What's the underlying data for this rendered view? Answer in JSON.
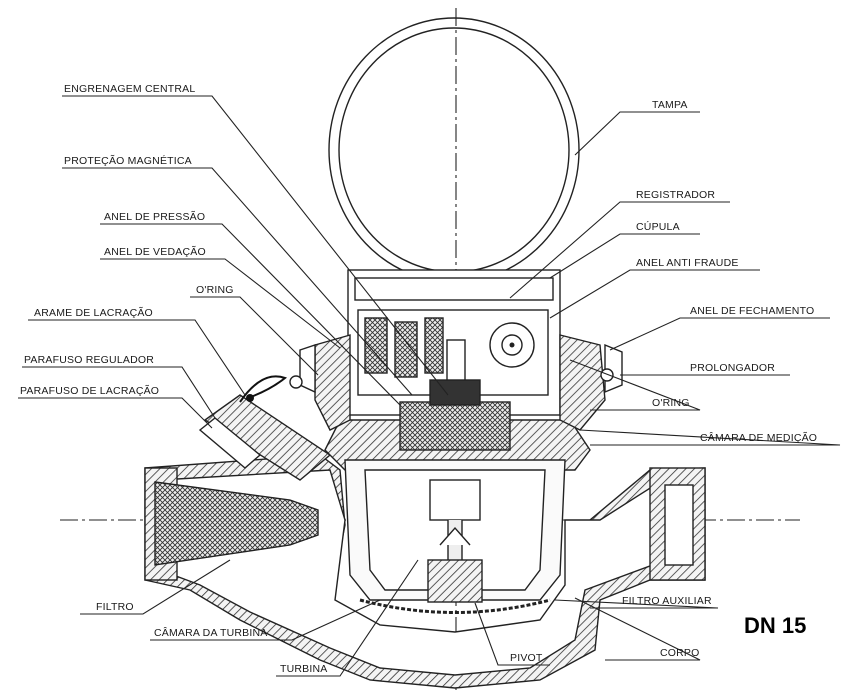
{
  "title": "DN 15",
  "labels": {
    "engrenagem_central": "ENGRENAGEM CENTRAL",
    "protecao_magnetica": "PROTEÇÃO MAGNÉTICA",
    "anel_de_pressao": "ANEL DE PRESSÃO",
    "anel_de_vedacao": "ANEL DE VEDAÇÃO",
    "oring_left": "O'RING",
    "arame_de_lacracao": "ARAME DE LACRAÇÃO",
    "parafuso_regulador": "PARAFUSO REGULADOR",
    "parafuso_de_lacracao": "PARAFUSO DE LACRAÇÃO",
    "filtro": "FILTRO",
    "camara_da_turbina": "CÂMARA DA TURBINA",
    "turbina": "TURBINA",
    "pivot": "PIVOT",
    "corpo": "CORPO",
    "filtro_auxiliar": "FILTRO AUXILIAR",
    "camara_de_medicao": "CÂMARA DE MEDIÇÃO",
    "oring_right": "O'RING",
    "prolongador": "PROLONGADOR",
    "anel_de_fechamento": "ANEL DE FECHAMENTO",
    "anel_anti_fraude": "ANEL ANTI FRAUDE",
    "cupula": "CÚPULA",
    "registrador": "REGISTRADOR",
    "tampa": "TAMPA"
  }
}
